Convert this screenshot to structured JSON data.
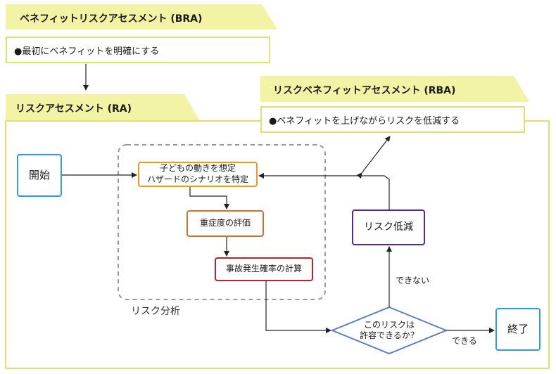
{
  "bra": {
    "title": "ベネフィットリスクアセスメント (BRA)",
    "note": "●最初にベネフィットを明確にする"
  },
  "rba": {
    "title": "リスクベネフィットアセスメント (RBA)",
    "note": "●ベネフィットを上げながらリスクを低減する"
  },
  "ra": {
    "title": "リスクアセスメント (RA)"
  },
  "flow": {
    "start": "開始",
    "step1_line1": "子どもの動きを想定",
    "step1_line2": "ハザードのシナリオを特定",
    "step2": "重症度の評価",
    "step3": "事故発生確率の計算",
    "analysis_label": "リスク分析",
    "decision_line1": "このリスクは",
    "decision_line2": "許容できるか？",
    "yes_label": "できる",
    "no_label": "できない",
    "reduce": "リスク低減",
    "end": "終了"
  },
  "colors": {
    "banner_fill": "#f3f3a6",
    "frame": "#dbe36b",
    "start_end": "#2d9fd8",
    "step1": "#e39b2a",
    "step2": "#d9702a",
    "step3": "#b3262f",
    "decision": "#5b7fc4",
    "reduce": "#5a2a82"
  }
}
